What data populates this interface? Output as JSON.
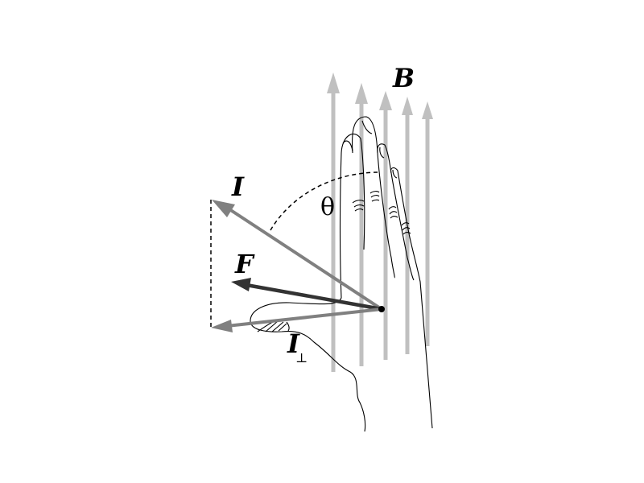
{
  "labels": {
    "field": "B",
    "current": "I",
    "force": "F",
    "current_perp": "I",
    "perp_subscript": "⊥",
    "angle": "θ"
  },
  "colors": {
    "field_arrows": "#c0c0c0",
    "current_arrows": "#808080",
    "force_arrow": "#333333",
    "outline": "#000000"
  }
}
